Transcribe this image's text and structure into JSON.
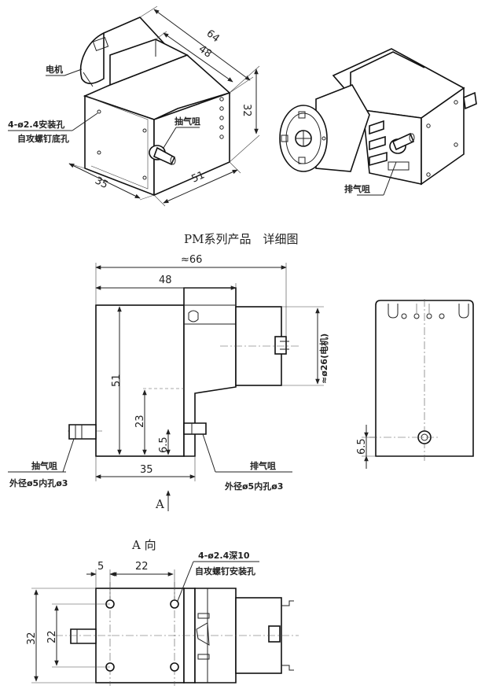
{
  "title": "PM系列产品　详细图",
  "iso_left": {
    "dims": {
      "d64": "64",
      "d48": "48",
      "d32": "32",
      "d35": "35",
      "d51": "51"
    },
    "labels": {
      "motor": "电机",
      "holes_line1": "4-ø2.4安装孔",
      "holes_line2": "自攻螺钉底孔",
      "inlet": "抽气咀"
    }
  },
  "iso_right": {
    "labels": {
      "outlet": "排气咀"
    }
  },
  "front_view": {
    "dims": {
      "overall": "≈66",
      "d48": "48",
      "d51": "51",
      "d23": "23",
      "d6_5": "6.5",
      "d35": "35",
      "motor_dia": "≈ø26(电机)"
    },
    "labels": {
      "inlet": "抽气咀",
      "inlet_spec": "外径ø5内孔ø3",
      "outlet": "排气咀",
      "outlet_spec": "外径ø5内孔ø3",
      "view_marker": "A"
    }
  },
  "side_view": {
    "dims": {
      "d6_5": "6.5"
    }
  },
  "a_view": {
    "caption": "A 向",
    "dims": {
      "d5": "5",
      "d22_top": "22",
      "d32": "32",
      "d22_left": "22"
    },
    "labels": {
      "holes_line1": "4-ø2.4深10",
      "holes_line2": "自攻螺钉安装孔"
    }
  }
}
